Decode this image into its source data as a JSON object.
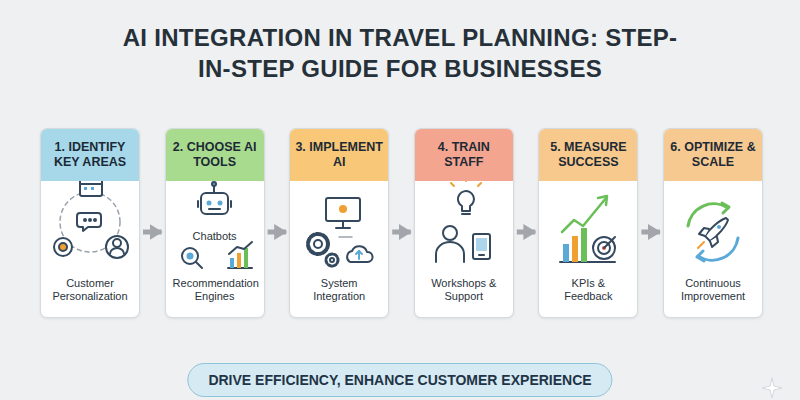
{
  "diagram": {
    "title": "AI INTEGRATION IN TRAVEL PLANNING: STEP-IN-STEP GUIDE FOR BUSINESSES",
    "nodes": [
      {
        "text": [
          "1. IDENTIFY KEY AREAS",
          "Customer Personalization"
        ]
      },
      {
        "text": [
          "2. CHOOSE AI TOOLS",
          "Chatbots",
          "Recommendation Engines"
        ]
      },
      {
        "text": [
          "3. IMPLEMENT AI",
          "System Integration"
        ]
      },
      {
        "text": [
          "4. TRAIN STAFF",
          "Workshops & Support"
        ]
      },
      {
        "text": [
          "5. MEASURE SUCCESS",
          "KPIs & Feedback"
        ]
      },
      {
        "text": [
          "6. OPTIMIZE & SCALE",
          "Continuous Improvement"
        ]
      },
      {
        "text": [
          "DRIVE EFFICIENCY, ENHANCE CUSTOMER EXPERIENCE"
        ]
      }
    ],
    "edges": [
      {
        "from": 0,
        "to": 1,
        "arrow": "to"
      },
      {
        "from": 1,
        "to": 2,
        "arrow": "to"
      },
      {
        "from": 2,
        "to": 3,
        "arrow": "to"
      },
      {
        "from": 3,
        "to": 4,
        "arrow": "to"
      },
      {
        "from": 4,
        "to": 5,
        "arrow": "to"
      }
    ]
  }
}
